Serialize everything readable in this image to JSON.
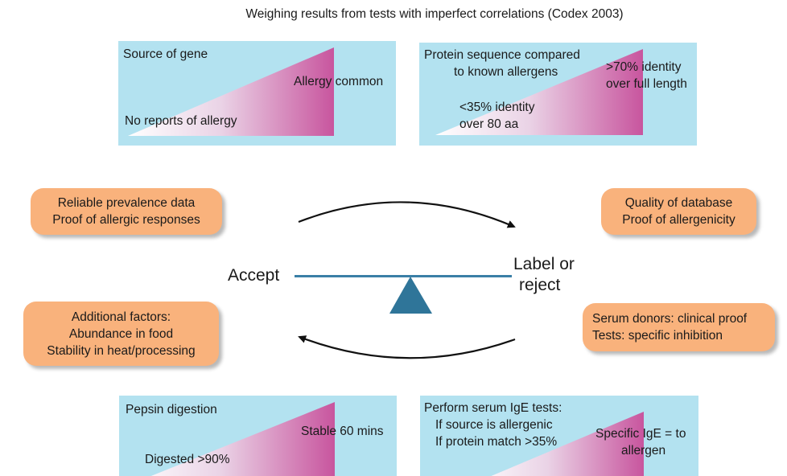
{
  "title": "Weighing results from tests with imperfect correlations (Codex 2003)",
  "panels": {
    "source": {
      "heading": "Source of gene",
      "high": "Allergy common",
      "low": "No reports of allergy"
    },
    "sequence": {
      "heading_line1": "Protein sequence compared",
      "heading_line2": "to known allergens",
      "high_line1": ">70% identity",
      "high_line2": "over full length",
      "low_line1": "<35% identity",
      "low_line2": "over 80 aa"
    },
    "pepsin": {
      "heading": "Pepsin digestion",
      "high": "Stable 60 mins",
      "low": "Digested >90%"
    },
    "serum": {
      "heading_line1": "Perform serum IgE tests:",
      "heading_line2": "If source is allergenic",
      "heading_line3": "If protein match >35%",
      "high_line1": "Specific IgE = to",
      "high_line2": "allergen"
    }
  },
  "bubbles": {
    "top_left": [
      "Reliable prevalence data",
      "Proof of allergic responses"
    ],
    "top_right": [
      "Quality of database",
      "Proof of allergenicity"
    ],
    "bottom_left": [
      "Additional factors:",
      "Abundance in food",
      "Stability in heat/processing"
    ],
    "bottom_right": [
      "Serum donors: clinical proof",
      "Tests: specific inhibition"
    ]
  },
  "scale": {
    "left": "Accept",
    "right_line1": "Label or",
    "right_line2": "reject"
  },
  "colors": {
    "panel_bg": "#b3e2f0",
    "wedge_light": "#f7f0f6",
    "wedge_dark": "#c8559e",
    "bubble": "#f9b27c",
    "beam": "#3a7fa6",
    "fulcrum": "#2f7599"
  }
}
